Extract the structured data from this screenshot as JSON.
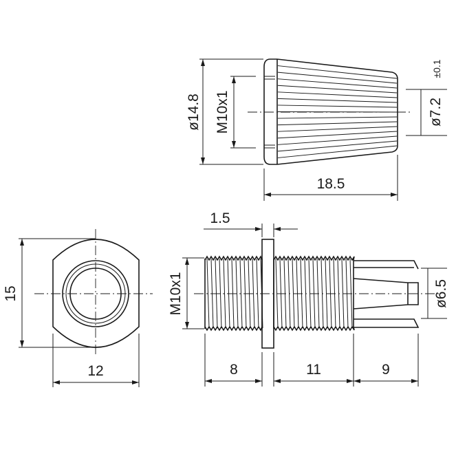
{
  "top_view": {
    "diameter_large": "ø14.8",
    "thread": "M10x1",
    "diameter_small": "ø7.2",
    "tolerance": "±0.1",
    "length": "18.5"
  },
  "end_view": {
    "height": "15",
    "width": "12"
  },
  "side_view": {
    "flange_thickness": "1.5",
    "thread": "M10x1",
    "tip_diameter": "ø6.5",
    "thread_front": "8",
    "thread_rear": "11",
    "collet": "9"
  }
}
